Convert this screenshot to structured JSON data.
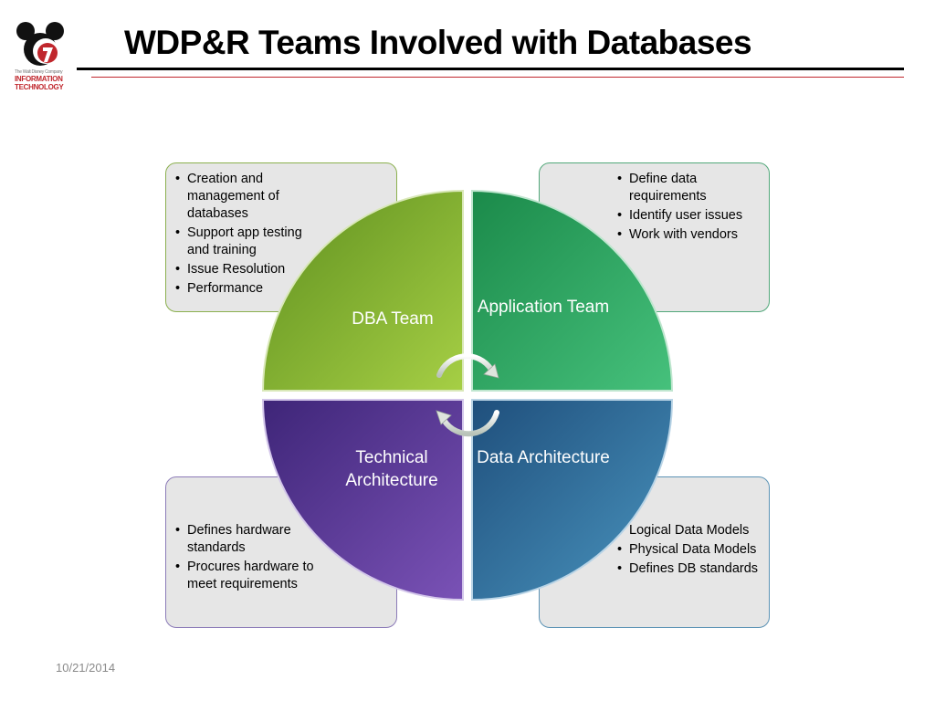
{
  "header": {
    "title": "WDP&R Teams Involved with Databases",
    "logo_text": {
      "tagline": "The Walt Disney Company",
      "line1": "INFORMATION",
      "line2": "TECHNOLOGY"
    }
  },
  "diagram": {
    "quadrants": [
      {
        "label": "DBA Team",
        "color": "#7fb432",
        "bullets": [
          "Creation and management of databases",
          "Support app testing and training",
          "Issue Resolution",
          "Performance"
        ]
      },
      {
        "label": "Application Team",
        "color": "#2ea863",
        "bullets": [
          "Define data requirements",
          "Identify user issues",
          "Work with vendors"
        ]
      },
      {
        "label": "Technical Architecture",
        "color": "#5e3a9a",
        "bullets": [
          "Defines hardware standards",
          "Procures hardware to meet requirements"
        ]
      },
      {
        "label": "Data Architecture",
        "color": "#2e6f9e",
        "bullets": [
          "Logical Data Models",
          "Physical Data Models",
          "Defines DB standards"
        ]
      }
    ],
    "cycle_arrows_icon": "circular-arrows-icon"
  },
  "footer": {
    "date": "10/21/2014"
  },
  "colors": {
    "title_rule": "#000000",
    "accent_rule": "#c0272d",
    "box_fill": "#e6e6e6"
  }
}
